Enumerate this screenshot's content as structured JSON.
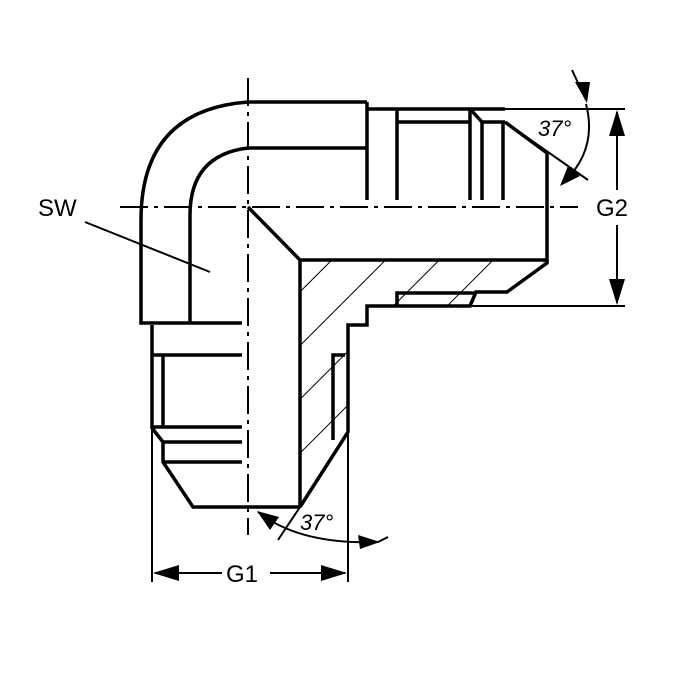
{
  "labels": {
    "wrench_size": "SW",
    "thread_1": "G1",
    "thread_2": "G2",
    "angle_top": "37°",
    "angle_bottom": "37°"
  }
}
